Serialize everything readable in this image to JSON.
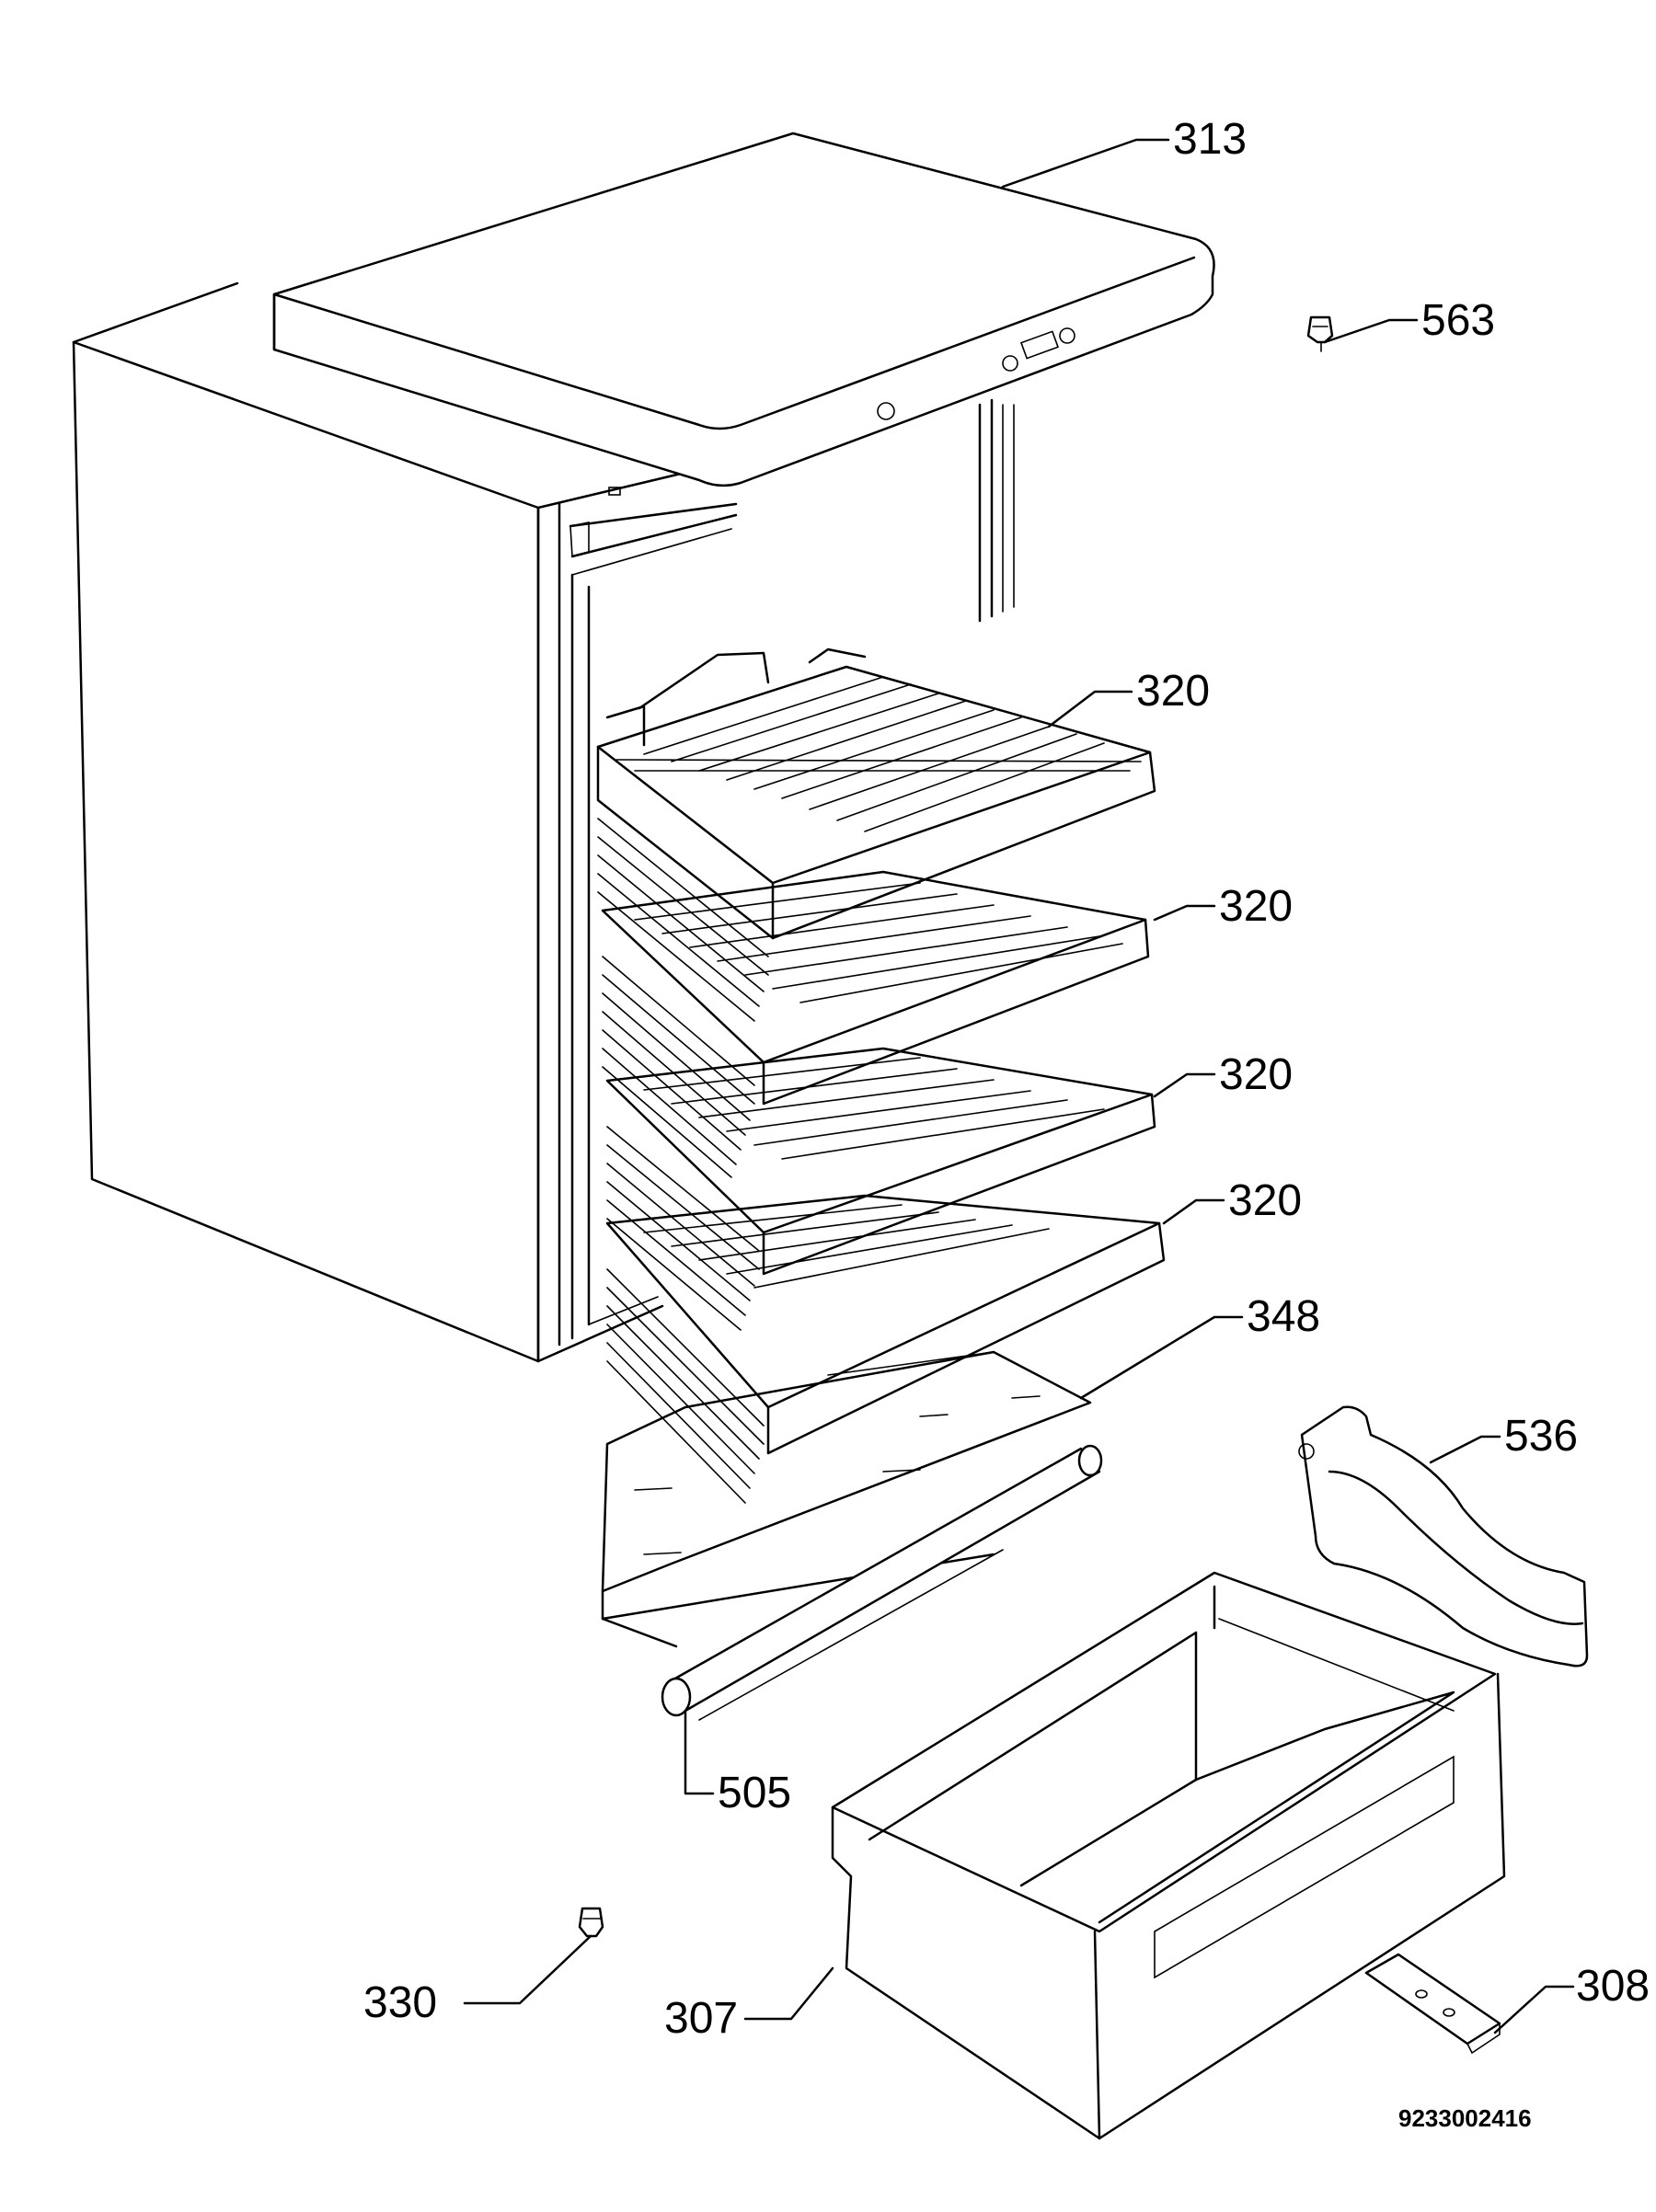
{
  "diagram": {
    "callouts": {
      "c313": "313",
      "c563": "563",
      "c320a": "320",
      "c320b": "320",
      "c320c": "320",
      "c320d": "320",
      "c348": "348",
      "c536": "536",
      "c505": "505",
      "c330": "330",
      "c307": "307",
      "c308": "308"
    },
    "document_number": "9233002416"
  }
}
